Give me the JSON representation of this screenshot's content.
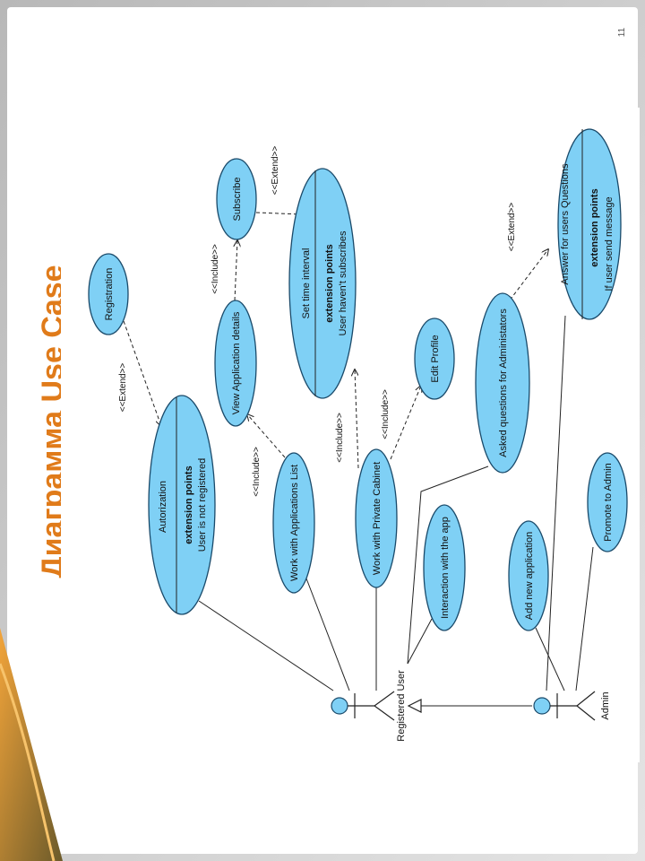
{
  "slide": {
    "page_number": "11",
    "title": "Диаграмма Use Case"
  },
  "actors": {
    "registered_user": "Registered User",
    "admin": "Admin"
  },
  "use_cases": {
    "registration": "Registration",
    "autorization": "Autorization",
    "autorization_ext_heading": "extension points",
    "autorization_ext": "User is not registered",
    "view_details": "View Application details",
    "subscribe": "Subscribe",
    "set_time": "Set time interval",
    "set_time_ext_heading": "extension points",
    "set_time_ext": "User haven't subscribes",
    "work_list": "Work with Applications List",
    "private_cabinet": "Work with Private Cabinet",
    "edit_profile": "Edit Profile",
    "interaction": "Interaction with the app",
    "asked_questions": "Asked questions for Administators",
    "answer_questions": "Answer for users Questions",
    "answer_ext_heading": "extension points",
    "answer_ext": "If user send message",
    "add_app": "Add new application",
    "promote": "Promote to Admin"
  },
  "stereotypes": {
    "extend_registration": "<<Extend>>",
    "include_view_subscribe": "<<Include>>",
    "extend_subscribe_settime": "<<Extend>>",
    "include_list_view": "<<Include>>",
    "include_cabinet_settime": "<<Include>>",
    "include_cabinet_edit": "<<Include>>",
    "extend_asked_answer": "<<Extend>>"
  },
  "colors": {
    "use_case_fill": "#7fd0f5",
    "title": "#e07b1a"
  }
}
